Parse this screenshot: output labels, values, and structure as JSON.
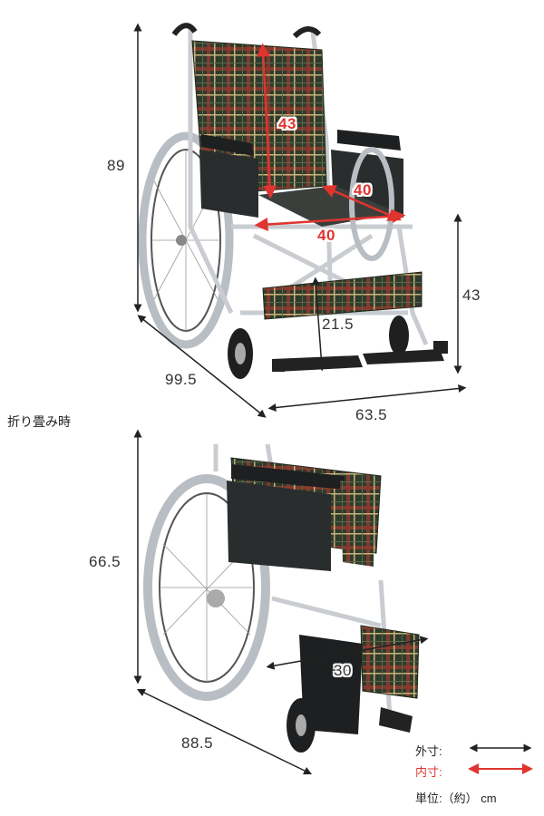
{
  "unfolded": {
    "height_total": "89",
    "backrest_height": "43",
    "seat_depth": "40",
    "seat_width": "40",
    "armrest_height": "43",
    "footrest_height": "21.5",
    "length": "99.5",
    "width": "63.5"
  },
  "folded": {
    "title": "折り畳み時",
    "height": "66.5",
    "width": "30",
    "length": "88.5"
  },
  "legend": {
    "outer_label": "外寸:",
    "inner_label": "内寸:",
    "unit": "単位:（約） cm",
    "outer_color": "#222222",
    "inner_color": "#e0342f"
  },
  "colors": {
    "plaid_base": "#2f3b2c",
    "plaid_red": "#b8342f",
    "plaid_tan": "#c9b37a",
    "frame": "#c9ccd0",
    "tire": "#b9bec4"
  }
}
